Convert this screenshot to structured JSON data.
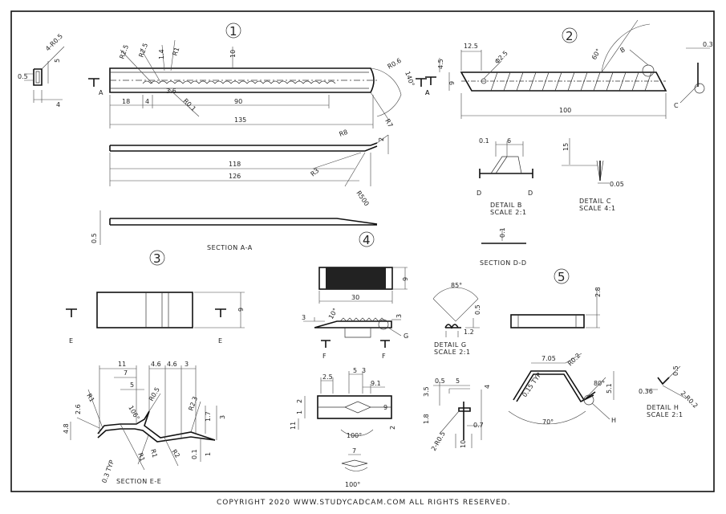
{
  "views": {
    "v1": "1",
    "v2": "2",
    "v3": "3",
    "v4": "4",
    "v5": "5"
  },
  "labels": {
    "section_aa": "SECTION A-A",
    "section_dd": "SECTION D-D",
    "section_ee": "SECTION E-E",
    "detail_b": "DETAIL B",
    "detail_b_scale": "SCALE 2:1",
    "detail_c": "DETAIL C",
    "detail_c_scale": "SCALE 4:1",
    "detail_g": "DETAIL G",
    "detail_g_scale": "SCALE 2:1",
    "detail_h": "DETAIL H",
    "detail_h_scale": "SCALE 2:1"
  },
  "markers": {
    "a": "A",
    "b": "B",
    "c": "C",
    "d": "D",
    "e": "E",
    "f": "F",
    "g": "G",
    "h": "H"
  },
  "dims_view1": {
    "r05": "4-R0.5",
    "d5": "5",
    "d05": "0.5",
    "d4": "4",
    "r25a": "R2.5",
    "r25b": "R2.5",
    "d14": "1.4",
    "r1": "R1",
    "d10": "10",
    "r06": "R0.6",
    "a140": "140°",
    "d36": "3.6",
    "r01": "R0.1",
    "d18": "18",
    "d4b": "4",
    "d90": "90",
    "d135": "135",
    "r7": "R7",
    "r8": "R8",
    "d2": "2",
    "d118": "118",
    "r3": "R3",
    "d126": "126",
    "r500": "R500",
    "d05b": "0.5"
  },
  "dims_view2": {
    "d125": "12.5",
    "d45": "4.5",
    "d9": "9",
    "dia25": "Φ2.5",
    "a60": "60°",
    "d100": "100",
    "d03": "0.3"
  },
  "dims_detail": {
    "d01": "0.1",
    "d6": "6",
    "d15": "15",
    "d005": "0.05",
    "d01b": "0.1"
  },
  "dims_view3": {
    "d9": "9",
    "d11": "11",
    "d46a": "4.6",
    "d46b": "4.6",
    "d3": "3",
    "d7": "7",
    "r1a": "R1",
    "d5": "5",
    "r05": "R0.5",
    "a106": "106°",
    "r23": "R2.3",
    "d26": "2.6",
    "d48": "4.8",
    "r1b": "R1",
    "d17": "1.7",
    "d3b": "3",
    "typ": "0.3 TYP",
    "r1c": "R1",
    "r2": "R2",
    "d01": "0.1",
    "d1": "1"
  },
  "dims_view4": {
    "d9": "9",
    "d30": "30",
    "d3": "3",
    "a10": "10°",
    "d3b": "3",
    "a85": "85°",
    "d05": "0.5",
    "d12": "1.2",
    "d25": "2.5",
    "d5": "5",
    "d3c": "3",
    "d91": "9.1",
    "d2": "2",
    "d1": "1",
    "d11": "11",
    "d9b": "9",
    "d2b": "2",
    "a100": "100°",
    "d7": "7",
    "a100b": "100°"
  },
  "dims_view5": {
    "d28": "2.8",
    "d35": "3.5",
    "d05": "0.5",
    "d5": "5",
    "d4": "4",
    "d18": "1.8",
    "r05": "2-R0.5",
    "d07": "0.7",
    "d10": "10",
    "d705": "7.05",
    "r02": "R0.2",
    "a80": "80°",
    "d51": "5.1",
    "typ": "0.15 TYP",
    "a70": "70°",
    "d05b": "0.5",
    "d036": "0.36",
    "r02b": "2-R0.2"
  },
  "copyright": "COPYRIGHT  2020 WWW.STUDYCADCAM.COM ALL RIGHTS RESERVED."
}
